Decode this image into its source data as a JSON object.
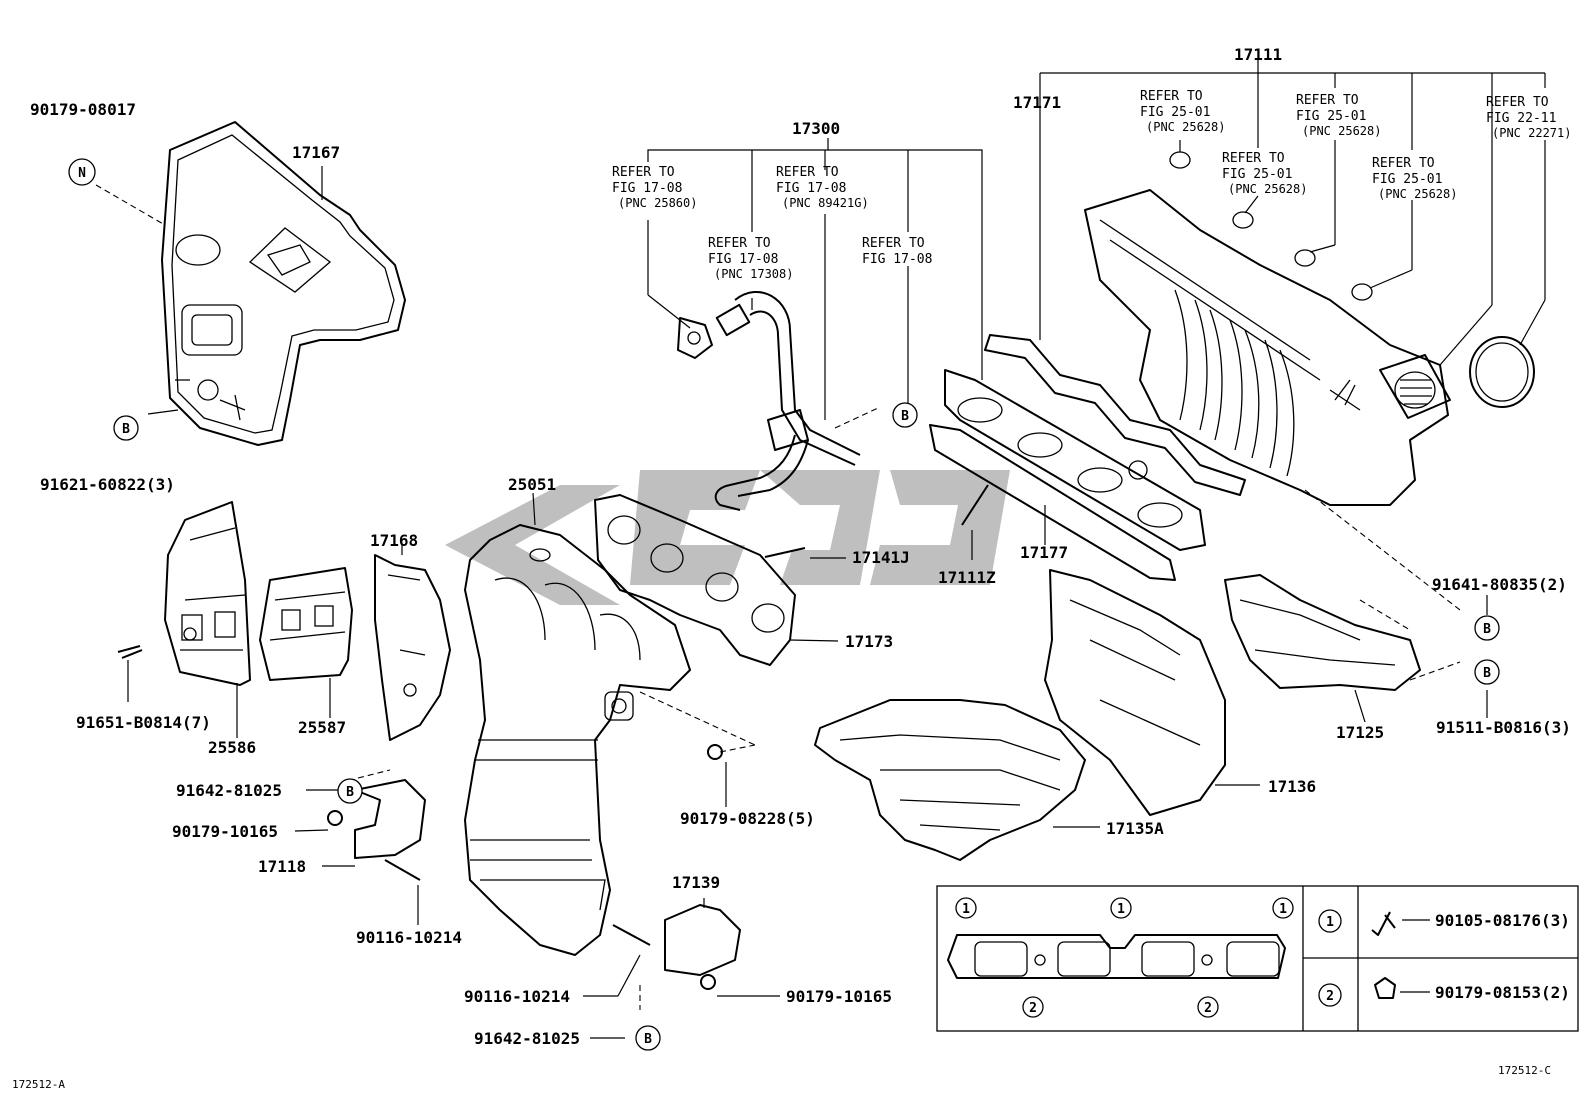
{
  "labels": {
    "p90179_08017": "90179-08017",
    "p17167": "17167",
    "p91621_60822": "91621-60822(3)",
    "p17300": "17300",
    "p17111": "17111",
    "p17171": "17171",
    "p25051": "25051",
    "p17141J": "17141J",
    "p17111Z": "17111Z",
    "p17177": "17177",
    "p17168": "17168",
    "p17173": "17173",
    "p91651_B0814": "91651-B0814(7)",
    "p25586": "25586",
    "p25587": "25587",
    "p91642_81025_a": "91642-81025",
    "p90179_10165_a": "90179-10165",
    "p17118": "17118",
    "p90116_10214_a": "90116-10214",
    "p90179_08228": "90179-08228(5)",
    "p17139": "17139",
    "p90116_10214_b": "90116-10214",
    "p90179_10165_b": "90179-10165",
    "p91642_81025_b": "91642-81025",
    "p17135A": "17135A",
    "p17136": "17136",
    "p17125": "17125",
    "p91641_80835": "91641-80835(2)",
    "p91511_B0816": "91511-B0816(3)",
    "p90105_08176": "90105-08176(3)",
    "p90179_08153": "90179-08153(2)"
  },
  "refs": {
    "r1": {
      "l1": "REFER TO",
      "l2": "FIG 17-08",
      "l3": "(PNC 25860)"
    },
    "r2": {
      "l1": "REFER TO",
      "l2": "FIG 17-08",
      "l3": "(PNC 89421G)"
    },
    "r3": {
      "l1": "REFER TO",
      "l2": "FIG 17-08",
      "l3": "(PNC 17308)"
    },
    "r4": {
      "l1": "REFER TO",
      "l2": "FIG 17-08"
    },
    "r5": {
      "l1": "REFER TO",
      "l2": "FIG 25-01",
      "l3": "(PNC 25628)"
    },
    "r6": {
      "l1": "REFER TO",
      "l2": "FIG 25-01",
      "l3": "(PNC 25628)"
    },
    "r7": {
      "l1": "REFER TO",
      "l2": "FIG 25-01",
      "l3": "(PNC 25628)"
    },
    "r8": {
      "l1": "REFER TO",
      "l2": "FIG 25-01",
      "l3": "(PNC 25628)"
    },
    "r9": {
      "l1": "REFER TO",
      "l2": "FIG 22-11",
      "l3": "(PNC 22271)"
    }
  },
  "markers": {
    "n": "N",
    "b": "B",
    "one": "1",
    "two": "2"
  },
  "codes": {
    "left": "172512-A",
    "right": "172512-C"
  }
}
